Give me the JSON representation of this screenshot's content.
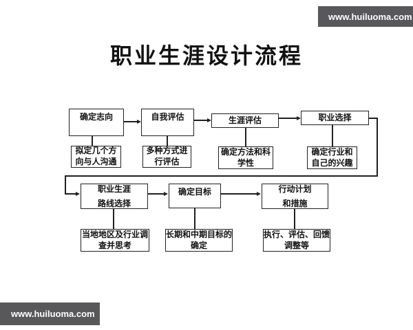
{
  "title": "职业生涯设计流程",
  "watermark": {
    "text": "www.huiluoma.com"
  },
  "colors": {
    "line": "#1f1f1f",
    "box_border": "#1f1f1f",
    "watermark_bg": "#58585a",
    "watermark_text": "#ffffff",
    "background": "#ffffff"
  },
  "flow": {
    "row1": {
      "determine_ambition": "确定志向",
      "determine_ambition_sub": "拟定几个方\n向与人沟通",
      "self_assessment": "自我评估",
      "self_assessment_sub": "多种方式进\n行评估",
      "career_assessment": "生涯评估",
      "career_assessment_sub": "确定方法和科\n学性",
      "career_choice": "职业选择",
      "career_choice_sub": "确定行业和\n自己的兴趣"
    },
    "row2": {
      "career_route": "职业生涯\n路线选择",
      "career_route_sub": "当地地区及行业调\n查并思考",
      "set_goal": "确定目标",
      "set_goal_sub": "长期和中期目标的\n确定",
      "action_plan": "行动计划\n和措施",
      "action_plan_sub": "执行、评估、回馈\n调整等"
    }
  }
}
